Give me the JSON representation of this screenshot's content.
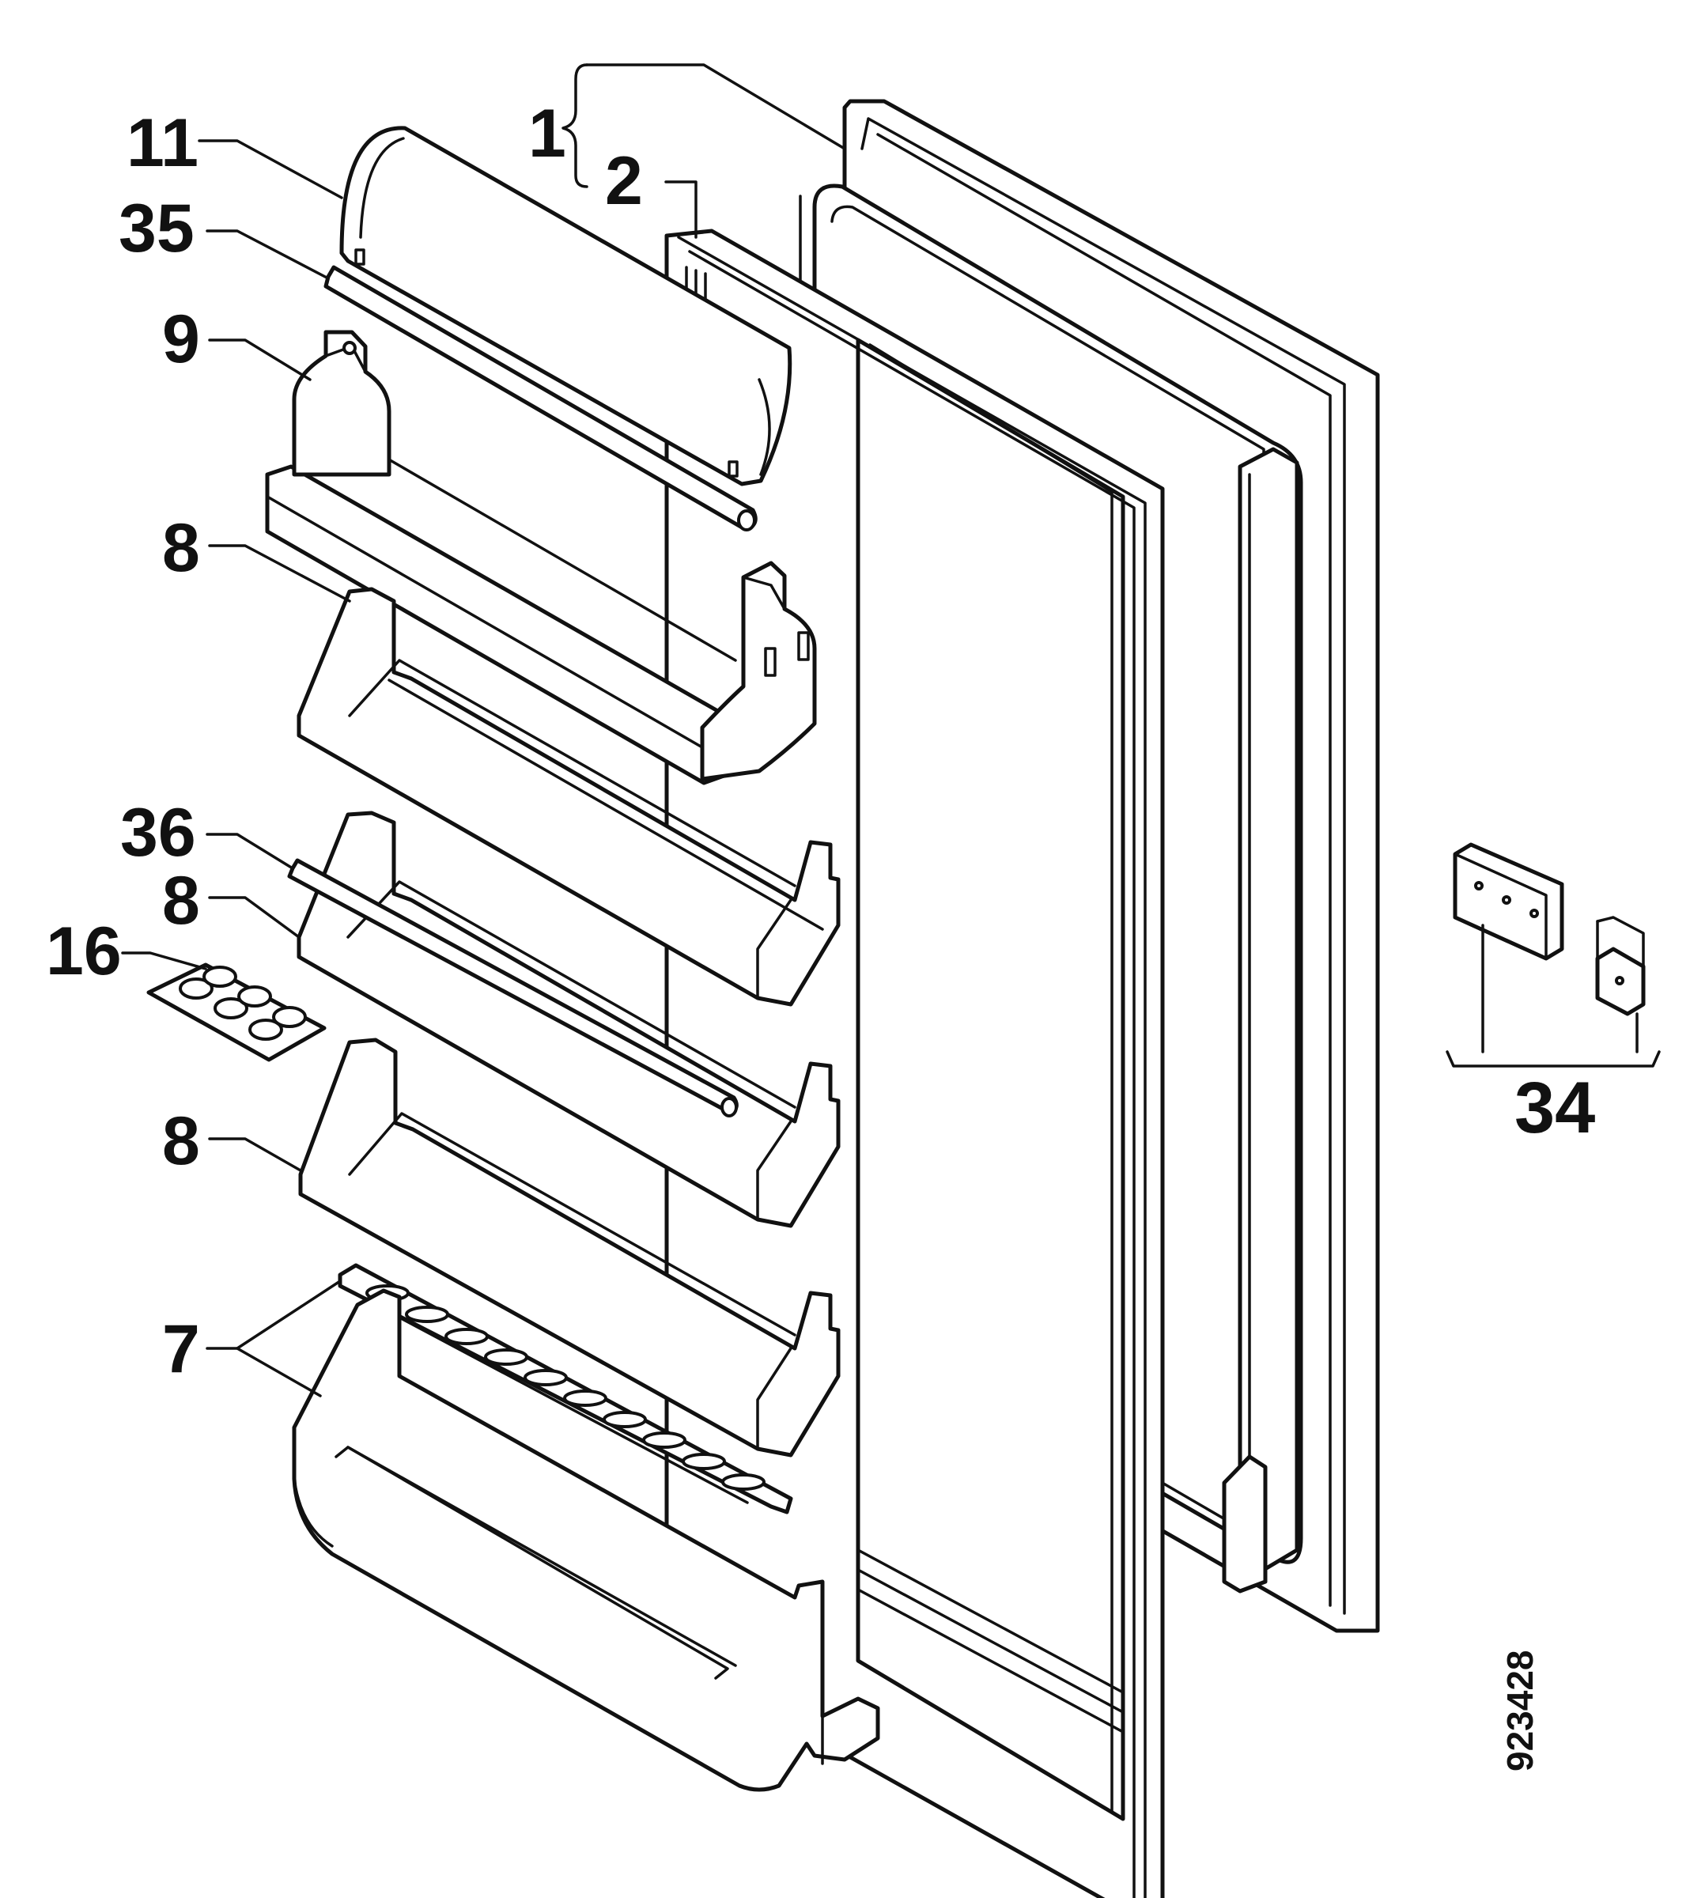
{
  "diagram": {
    "callouts": {
      "c1": "1",
      "c2": "2",
      "c7": "7",
      "c8a": "8",
      "c8b": "8",
      "c8c": "8",
      "c9": "9",
      "c11": "11",
      "c16": "16",
      "c34": "34",
      "c35": "35",
      "c36": "36"
    },
    "drawing_number": "923428"
  }
}
